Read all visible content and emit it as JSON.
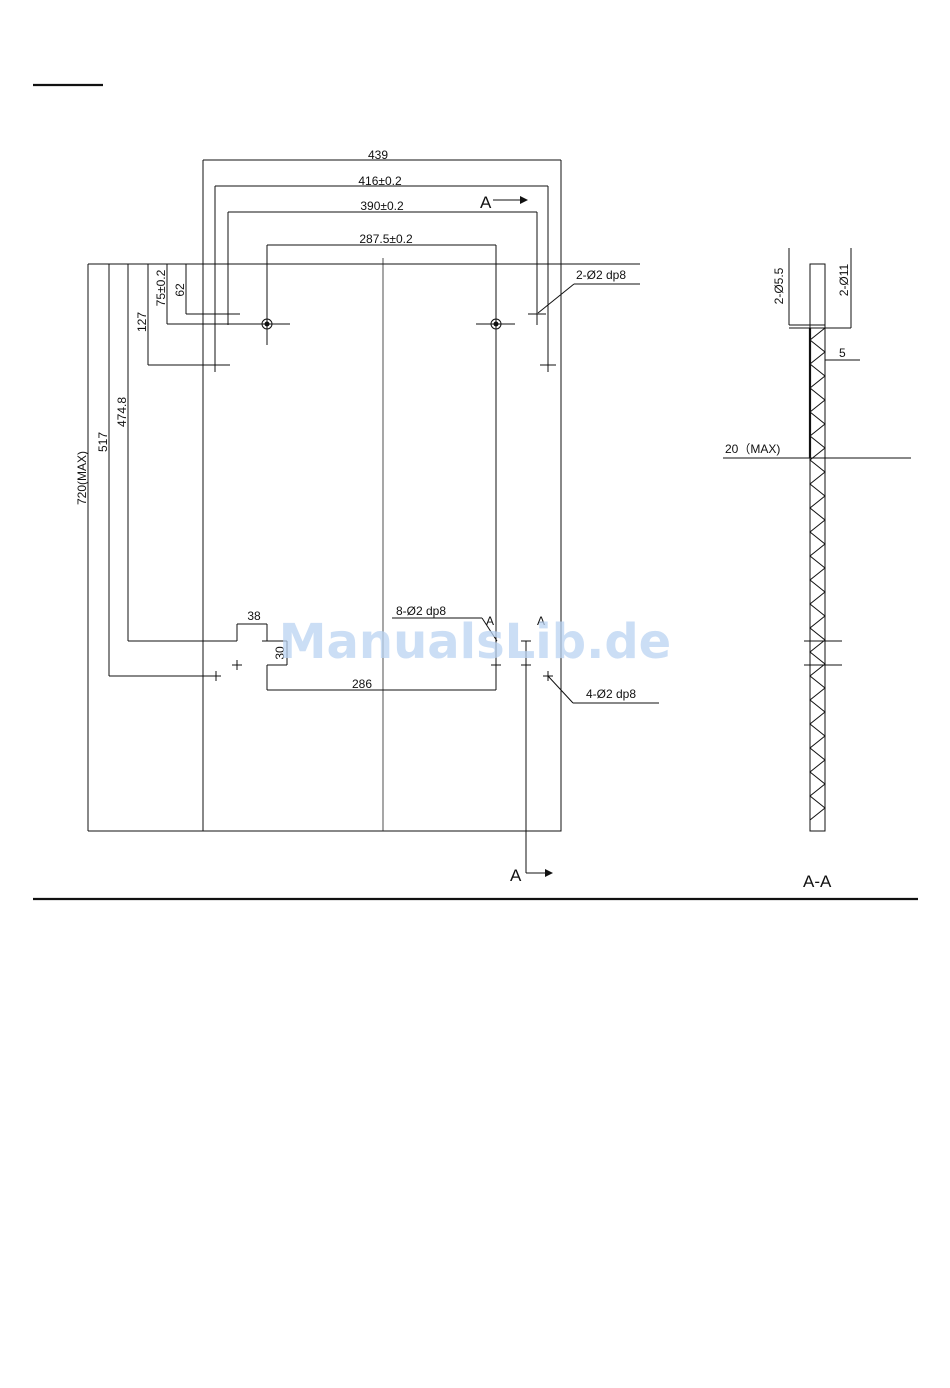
{
  "dimensions": {
    "overall_width": "439",
    "width_416": "416±0.2",
    "width_390": "390±0.2",
    "width_287": "287.5±0.2",
    "height_720": "720(MAX)",
    "height_517": "517",
    "height_474": "474.8",
    "height_127": "127",
    "height_75": "75±0.2",
    "height_62": "62",
    "width_38": "38",
    "height_30": "30",
    "width_286": "286"
  },
  "callouts": {
    "top_holes": "2-Ø2 dp8",
    "center_holes": "8-Ø2 dp8",
    "lower_holes": "4-Ø2 dp8"
  },
  "section": {
    "marker_top": "A",
    "marker_bottom": "A",
    "marker_small_1": "A",
    "marker_small_2": "A",
    "title": "A-A",
    "hole_small": "2-Ø5.5",
    "hole_large": "2-Ø11",
    "depth_5": "5",
    "thickness": "20（MAX)"
  },
  "watermark": "ManualsLib.de"
}
